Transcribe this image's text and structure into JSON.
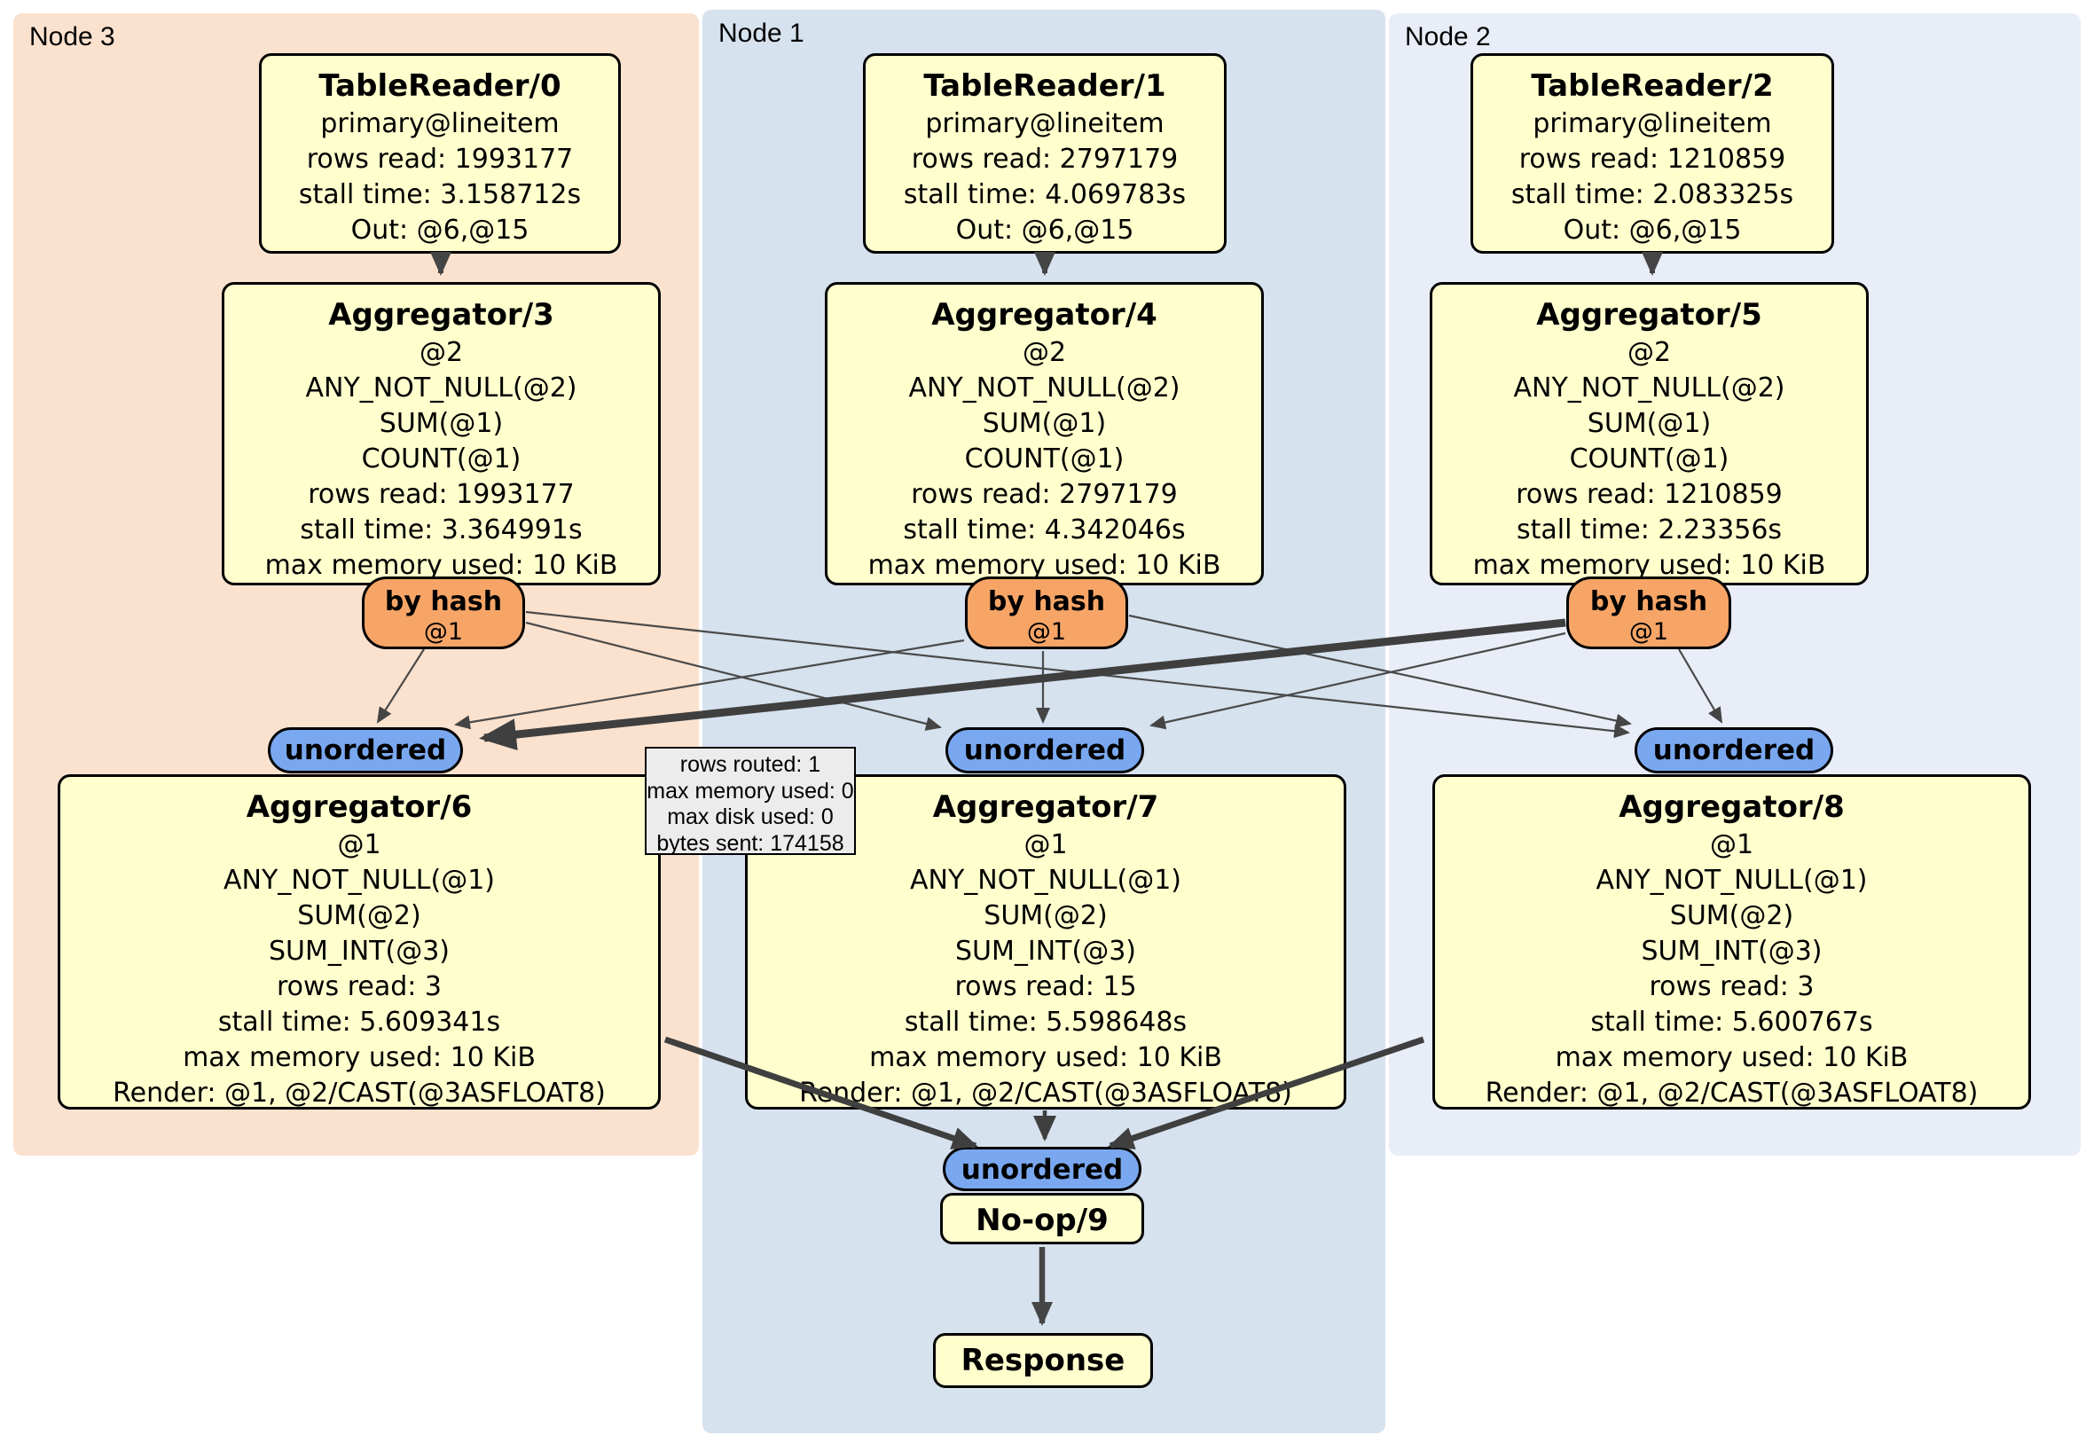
{
  "panels": [
    {
      "label": "Node 3"
    },
    {
      "label": "Node 1"
    },
    {
      "label": "Node 2"
    }
  ],
  "boxes": {
    "tr0": {
      "lines": [
        "TableReader/0",
        "primary@lineitem",
        "rows read: 1993177",
        "stall time: 3.158712s",
        "Out: @6,@15"
      ]
    },
    "tr1": {
      "lines": [
        "TableReader/1",
        "primary@lineitem",
        "rows read: 2797179",
        "stall time: 4.069783s",
        "Out: @6,@15"
      ]
    },
    "tr2": {
      "lines": [
        "TableReader/2",
        "primary@lineitem",
        "rows read: 1210859",
        "stall time: 2.083325s",
        "Out: @6,@15"
      ]
    },
    "agg3": {
      "lines": [
        "Aggregator/3",
        "@2",
        "ANY_NOT_NULL(@2)",
        "SUM(@1)",
        "COUNT(@1)",
        "rows read: 1993177",
        "stall time: 3.364991s",
        "max memory used: 10 KiB"
      ]
    },
    "agg4": {
      "lines": [
        "Aggregator/4",
        "@2",
        "ANY_NOT_NULL(@2)",
        "SUM(@1)",
        "COUNT(@1)",
        "rows read: 2797179",
        "stall time: 4.342046s",
        "max memory used: 10 KiB"
      ]
    },
    "agg5": {
      "lines": [
        "Aggregator/5",
        "@2",
        "ANY_NOT_NULL(@2)",
        "SUM(@1)",
        "COUNT(@1)",
        "rows read: 1210859",
        "stall time: 2.23356s",
        "max memory used: 10 KiB"
      ]
    },
    "agg6": {
      "lines": [
        "Aggregator/6",
        "@1",
        "ANY_NOT_NULL(@1)",
        "SUM(@2)",
        "SUM_INT(@3)",
        "rows read: 3",
        "stall time: 5.609341s",
        "max memory used: 10 KiB",
        "Render: @1, @2/CAST(@3ASFLOAT8)"
      ]
    },
    "agg7": {
      "lines": [
        "Aggregator/7",
        "@1",
        "ANY_NOT_NULL(@1)",
        "SUM(@2)",
        "SUM_INT(@3)",
        "rows read: 15",
        "stall time: 5.598648s",
        "max memory used: 10 KiB",
        "Render: @1, @2/CAST(@3ASFLOAT8)"
      ]
    },
    "agg8": {
      "lines": [
        "Aggregator/8",
        "@1",
        "ANY_NOT_NULL(@1)",
        "SUM(@2)",
        "SUM_INT(@3)",
        "rows read: 3",
        "stall time: 5.600767s",
        "max memory used: 10 KiB",
        "Render: @1, @2/CAST(@3ASFLOAT8)"
      ]
    },
    "noop": {
      "lines": [
        "No-op/9"
      ]
    },
    "response": {
      "lines": [
        "Response"
      ]
    }
  },
  "routers": {
    "label": "by hash",
    "key": "@1"
  },
  "syncs": {
    "label": "unordered"
  },
  "tooltip": {
    "lines": [
      "rows routed: 1",
      "max memory used: 0",
      "max disk used: 0",
      "bytes sent: 174158"
    ]
  },
  "colors": {
    "node3_bg": "#fbe2cf",
    "node1_bg": "#d6e2ee",
    "node2_bg": "#e9edf8",
    "processor_bg": "#ffffce",
    "router_bg": "#f7a567",
    "sync_bg": "#7aa8f0",
    "edge": "#454545",
    "tooltip_bg": "#ececec"
  }
}
